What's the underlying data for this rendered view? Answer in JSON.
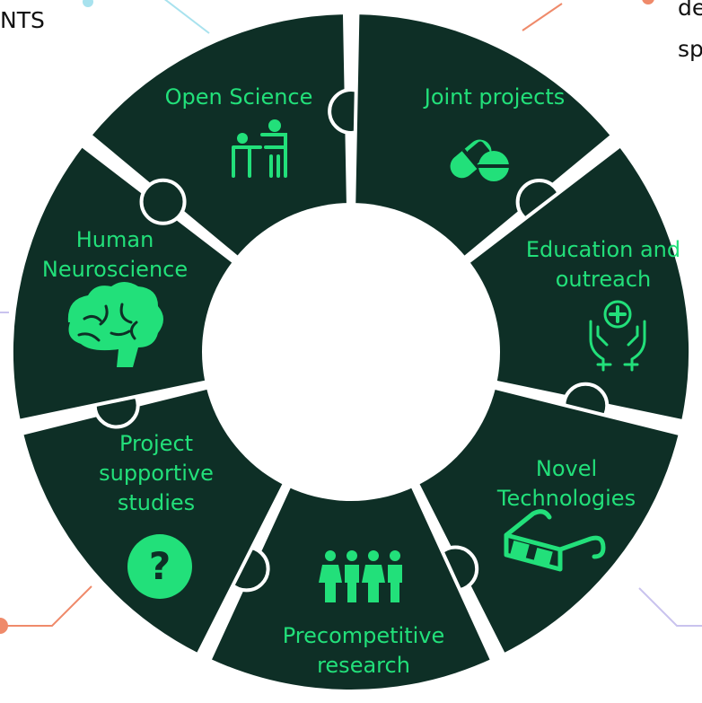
{
  "colors": {
    "background": "#ffffff",
    "segment_fill": "#0e2f26",
    "accent_green": "#22e07a",
    "line_cyan": "#a8e2ee",
    "line_orange": "#ef8a6a",
    "line_purple": "#c9c3ee",
    "corner_text": "#111111"
  },
  "corner_text": {
    "top_left": "NTS",
    "top_right_line1": "de",
    "top_right_line2": "sp"
  },
  "segments": [
    {
      "label_lines": [
        "Open Science"
      ],
      "icon": "teacher-student-icon"
    },
    {
      "label_lines": [
        "Joint projects"
      ],
      "icon": "capsule-pill-icon"
    },
    {
      "label_lines": [
        "Education and",
        "outreach"
      ],
      "icon": "hands-holding-medical-icon"
    },
    {
      "label_lines": [
        "Novel",
        "Technologies"
      ],
      "icon": "3d-glasses-icon"
    },
    {
      "label_lines": [
        "Precompetitive",
        "research"
      ],
      "icon": "group-of-people-icon"
    },
    {
      "label_lines": [
        "Project",
        "supportive",
        "studies"
      ],
      "icon": "question-circle-icon"
    },
    {
      "label_lines": [
        "Human",
        "Neuroscience"
      ],
      "icon": "brain-icon"
    }
  ]
}
